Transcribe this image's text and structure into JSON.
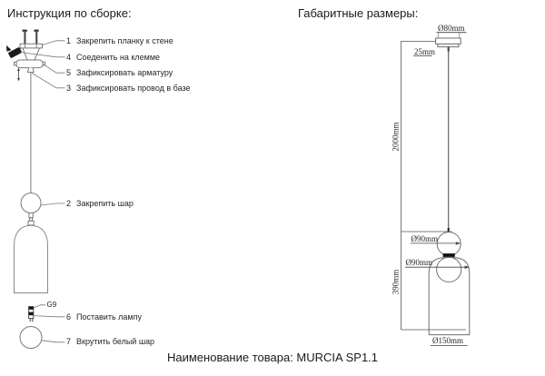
{
  "assembly": {
    "title": "Инструкция по сборке:",
    "steps": [
      {
        "num": "1",
        "text": "Закрепить планку к стене"
      },
      {
        "num": "4",
        "text": "Соеденить на клемме"
      },
      {
        "num": "5",
        "text": "Зафиксировать арматуру"
      },
      {
        "num": "3",
        "text": "Зафиксировать провод в базе"
      },
      {
        "num": "2",
        "text": "Закрепить шар"
      },
      {
        "num": "6",
        "text": "Поставить лампу"
      },
      {
        "num": "7",
        "text": "Вкрутить белый шар"
      }
    ],
    "socket_type_label": "G9"
  },
  "dimensions": {
    "title": "Габаритные размеры:",
    "canopy_diameter": "Ø80mm",
    "canopy_height": "25mm",
    "suspension_length": "2000mm",
    "top_ball_diameter": "Ø90mm",
    "bottom_ball_diameter": "Ø90mm",
    "body_height": "390mm",
    "shade_diameter": "Ø150mm"
  },
  "footer": {
    "product_name": "Наименование товара: MURCIA SP1.1"
  },
  "colors": {
    "line": "#6f6f6f",
    "dark": "#151515"
  }
}
